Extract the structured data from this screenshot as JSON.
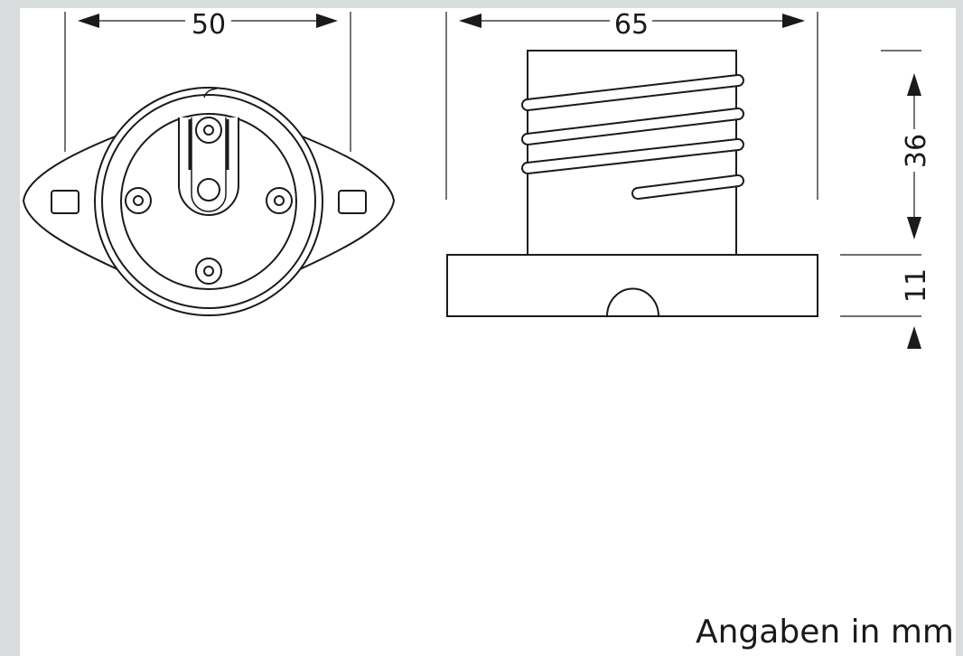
{
  "dimensions": {
    "front_width": "50",
    "side_width": "65",
    "body_height": "36",
    "base_height": "11"
  },
  "note": "Angaben in mm",
  "colors": {
    "frame": "#d8dcdd",
    "line": "#1a1a1a",
    "background": "#ffffff"
  }
}
